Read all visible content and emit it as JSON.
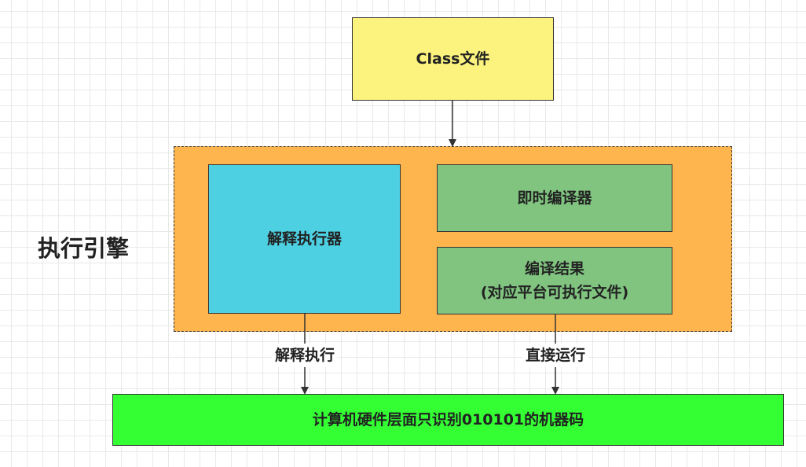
{
  "diagram": {
    "class_file": "Class文件",
    "engine_label": "执行引擎",
    "interpreter": "解释执行器",
    "jit_compiler": "即时编译器",
    "compile_result": {
      "line1": "编译结果",
      "line2": "(对应平台可执行文件)"
    },
    "interpret_label": "解释执行",
    "direct_run_label": "直接运行",
    "machine_code": "计算机硬件层面只识别010101的机器码"
  },
  "colors": {
    "class_file_fill": "#fbf37e",
    "engine_fill": "#ffb54d",
    "interpreter_fill": "#4dd0e2",
    "jit_fill": "#80c480",
    "machine_fill": "#33ff33",
    "line": "#333333"
  }
}
